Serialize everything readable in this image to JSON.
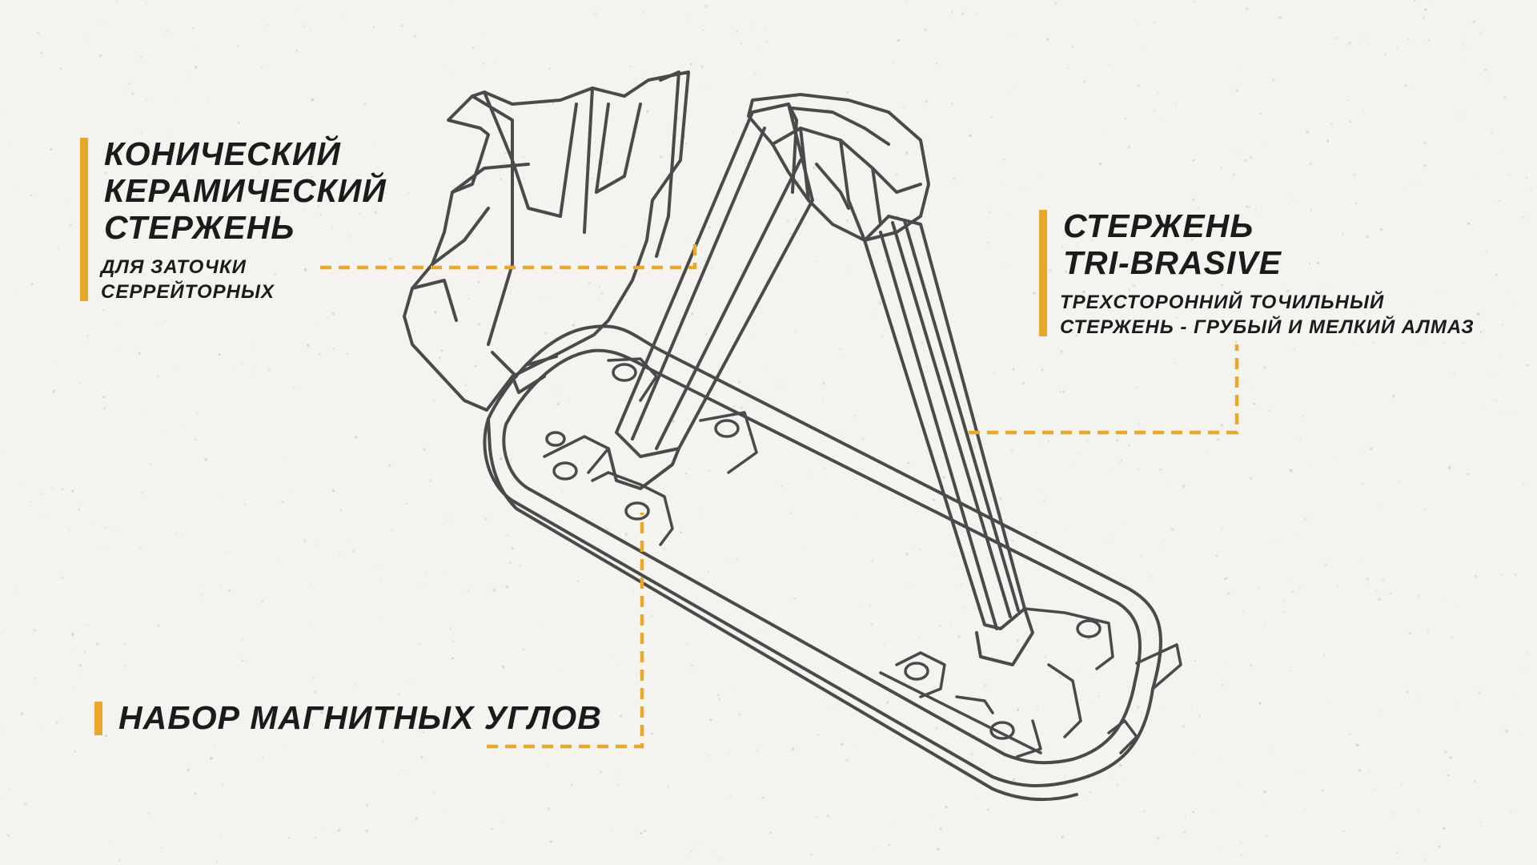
{
  "callouts": {
    "ceramic_rod": {
      "title_lines": [
        "Конический",
        "Керамический",
        "Стержень"
      ],
      "subtitle_lines": [
        "Для заточки",
        "серрейторных"
      ]
    },
    "tri_brasive": {
      "title_lines": [
        "Стержень",
        "TRI-BRASIVE"
      ],
      "subtitle_lines": [
        "Трехсторонний точильный",
        "стержень - грубый и мелкий алмаз"
      ]
    },
    "magnetic_angles": {
      "title_lines": [
        "Набор магнитных углов"
      ]
    }
  },
  "colors": {
    "accent": "#e8a82b",
    "line": "#4a4a4a",
    "text": "#1b1b1b",
    "background": "#f4f3ef"
  }
}
